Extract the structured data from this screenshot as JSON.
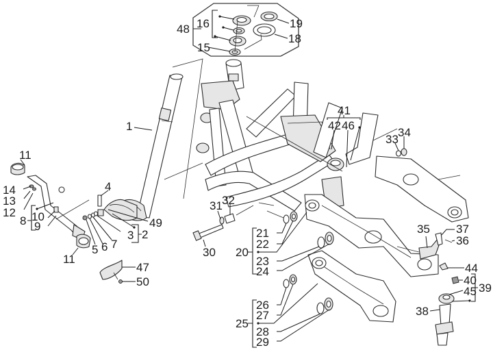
{
  "diagram": {
    "title": "Frame exploded parts diagram",
    "labels": [
      {
        "id": "1",
        "text": "1"
      },
      {
        "id": "2",
        "text": "2"
      },
      {
        "id": "3",
        "text": "3"
      },
      {
        "id": "4",
        "text": "4"
      },
      {
        "id": "5",
        "text": "5"
      },
      {
        "id": "6",
        "text": "6"
      },
      {
        "id": "7",
        "text": "7"
      },
      {
        "id": "8",
        "text": "8"
      },
      {
        "id": "9",
        "text": "9"
      },
      {
        "id": "10",
        "text": "10"
      },
      {
        "id": "11a",
        "text": "11"
      },
      {
        "id": "11b",
        "text": "11"
      },
      {
        "id": "12",
        "text": "12"
      },
      {
        "id": "13",
        "text": "13"
      },
      {
        "id": "14",
        "text": "14"
      },
      {
        "id": "15",
        "text": "15"
      },
      {
        "id": "16",
        "text": "16"
      },
      {
        "id": "18",
        "text": "18"
      },
      {
        "id": "19",
        "text": "19"
      },
      {
        "id": "20",
        "text": "20"
      },
      {
        "id": "21",
        "text": "21"
      },
      {
        "id": "22",
        "text": "22"
      },
      {
        "id": "23",
        "text": "23"
      },
      {
        "id": "24",
        "text": "24"
      },
      {
        "id": "25",
        "text": "25"
      },
      {
        "id": "26",
        "text": "26"
      },
      {
        "id": "27",
        "text": "27"
      },
      {
        "id": "28",
        "text": "28"
      },
      {
        "id": "29",
        "text": "29"
      },
      {
        "id": "30",
        "text": "30"
      },
      {
        "id": "31",
        "text": "31"
      },
      {
        "id": "32",
        "text": "32"
      },
      {
        "id": "33",
        "text": "33"
      },
      {
        "id": "34",
        "text": "34"
      },
      {
        "id": "35",
        "text": "35"
      },
      {
        "id": "36",
        "text": "36"
      },
      {
        "id": "37",
        "text": "37"
      },
      {
        "id": "38",
        "text": "38"
      },
      {
        "id": "39",
        "text": "39"
      },
      {
        "id": "40",
        "text": "40"
      },
      {
        "id": "41",
        "text": "41"
      },
      {
        "id": "42",
        "text": "42"
      },
      {
        "id": "44",
        "text": "44"
      },
      {
        "id": "45",
        "text": "45"
      },
      {
        "id": "46",
        "text": "46"
      },
      {
        "id": "47",
        "text": "47"
      },
      {
        "id": "48",
        "text": "48"
      },
      {
        "id": "49",
        "text": "49"
      },
      {
        "id": "50",
        "text": "50"
      }
    ],
    "groups": [
      {
        "label": "48",
        "members": [
          "16",
          "15",
          "19",
          "18"
        ]
      },
      {
        "label": "8",
        "members": [
          "10",
          "9"
        ]
      },
      {
        "label": "2",
        "members": [
          "3"
        ]
      },
      {
        "label": "20",
        "members": [
          "21",
          "22",
          "23",
          "24"
        ]
      },
      {
        "label": "25",
        "members": [
          "26",
          "27",
          "28",
          "29"
        ]
      },
      {
        "label": "39",
        "members": [
          "40",
          "45"
        ]
      },
      {
        "label": "41",
        "members": [
          "42",
          "46"
        ]
      }
    ]
  }
}
